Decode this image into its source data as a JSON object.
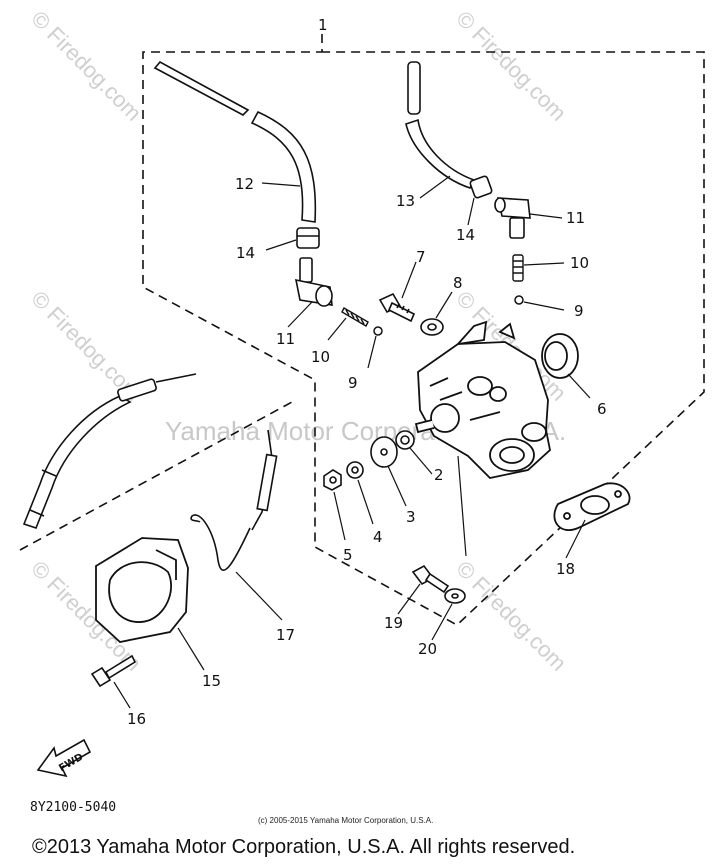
{
  "diagram": {
    "callouts": [
      "1",
      "2",
      "3",
      "4",
      "5",
      "6",
      "7",
      "8",
      "9",
      "9",
      "10",
      "10",
      "11",
      "11",
      "12",
      "13",
      "14",
      "14",
      "15",
      "16",
      "17",
      "18",
      "19",
      "20"
    ],
    "fwd_label": "FWD",
    "part_code": "8Y2100-5040",
    "source_note": "(c) 2005-2015 Yamaha Motor Corporation, U.S.A.",
    "center_watermark": "Yamaha Motor Corporation, U.S.A.",
    "watermark": "© Firedog.com"
  },
  "footer": {
    "copyright": "©2013 Yamaha Motor Corporation, U.S.A. All rights reserved."
  }
}
